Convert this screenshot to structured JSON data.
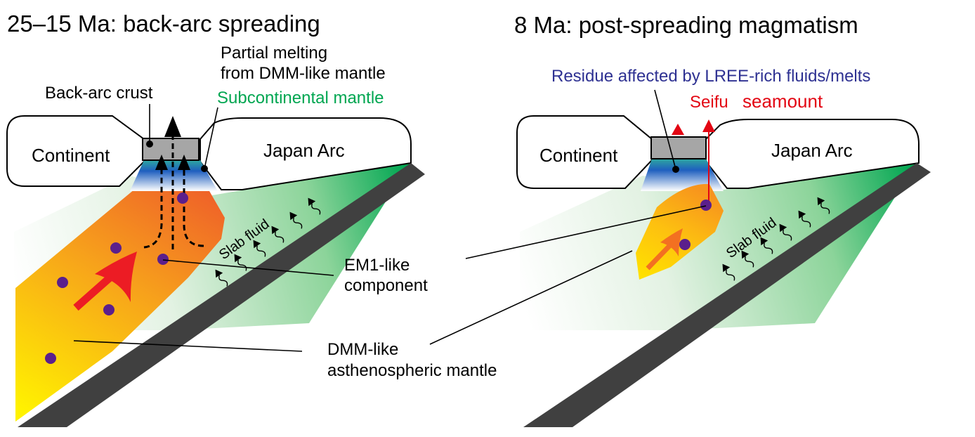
{
  "left_panel": {
    "title": "25–15 Ma: back-arc spreading",
    "labels": {
      "back_arc_crust": "Back-arc crust",
      "partial_melting_1": "Partial melting",
      "partial_melting_2": "from DMM-like mantle",
      "subcontinental_mantle": "Subcontinental mantle",
      "continent": "Continent",
      "japan_arc": "Japan Arc",
      "slab_fluid": "Slab fluid"
    }
  },
  "right_panel": {
    "title": "8 Ma: post-spreading magmatism",
    "labels": {
      "residue": "Residue affected by LREE-rich fluids/melts",
      "seifu": "Seifu",
      "seamount": "seamount",
      "continent": "Continent",
      "japan_arc": "Japan Arc",
      "slab_fluid": "Slab fluid"
    }
  },
  "shared_labels": {
    "em1_1": "EM1-like",
    "em1_2": "component",
    "dmm_1": "DMM-like",
    "dmm_2": "asthenospheric mantle"
  },
  "colors": {
    "slab": "#404040",
    "crust": "#a6a6a6",
    "mantle_green": "#00a651",
    "subcontinental_text": "#00a651",
    "residue_text": "#2e3192",
    "seifu_red": "#e30613",
    "blob_orange": "#f26522",
    "blob_yellow": "#ffe000",
    "dot_purple": "#5b1f8c",
    "arrow_red": "#ec1c24",
    "arrow_orange": "#f37021"
  }
}
